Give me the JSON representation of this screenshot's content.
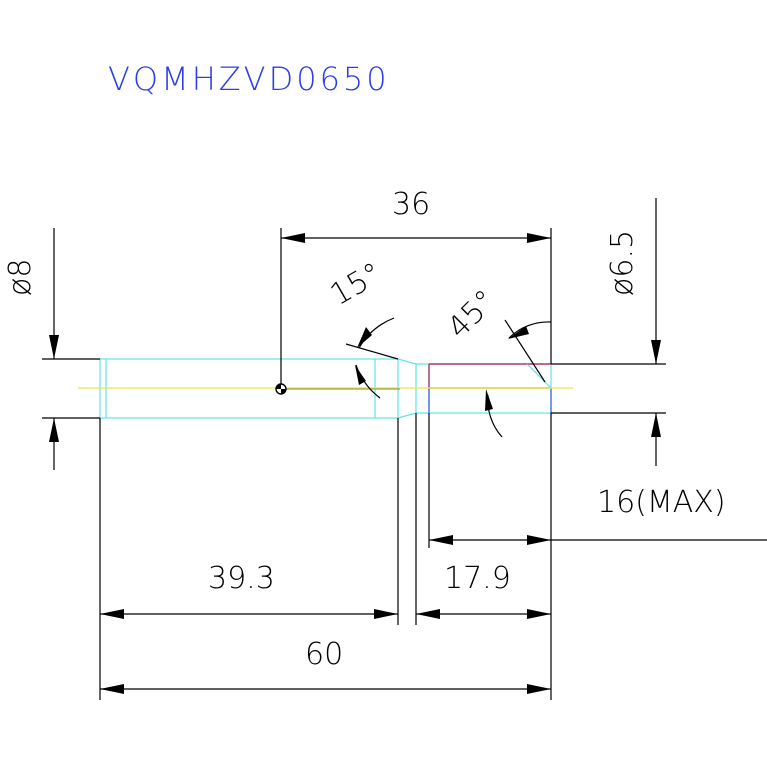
{
  "part_number": "VQMHZVD0650",
  "dimensions": {
    "diameter_shank": "ø8",
    "diameter_tip": "ø6.5",
    "length_36": "36",
    "length_39_3": "39.3",
    "length_17_9": "17.9",
    "length_60": "60",
    "length_16_max": "16(MAX)",
    "angle_15": "15°",
    "angle_45": "45°"
  },
  "colors": {
    "part_number": "#2c3ee8",
    "outline": "#5fe3ea",
    "centerline": "#e8e84a",
    "flute_top": "#b03a6a",
    "flute_center": "#e0883a",
    "dimension": "#000000"
  }
}
